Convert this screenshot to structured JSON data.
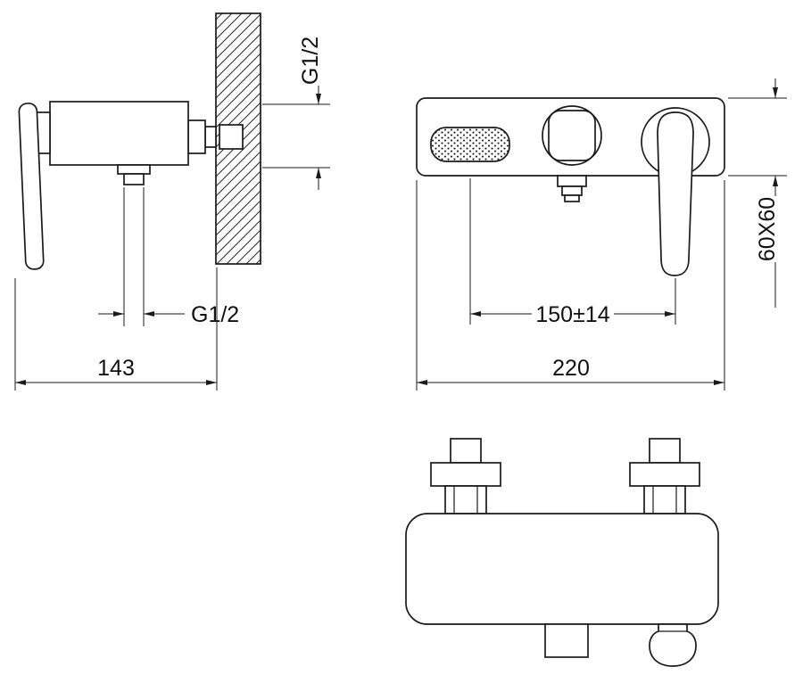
{
  "drawing": {
    "type": "technical-dimension-drawing",
    "subject": "wall-mounted shower mixer faucet, three views",
    "views": {
      "side": {
        "wall_thread_label": "G1/2",
        "outlet_thread_label": "G1/2",
        "overall_width_dim": "143"
      },
      "front": {
        "body_section_dim": "60X60",
        "inlet_spacing_dim": "150±14",
        "overall_length_dim": "220"
      },
      "top": {}
    },
    "colors": {
      "line": "#1a1a1a",
      "background": "#ffffff"
    }
  }
}
